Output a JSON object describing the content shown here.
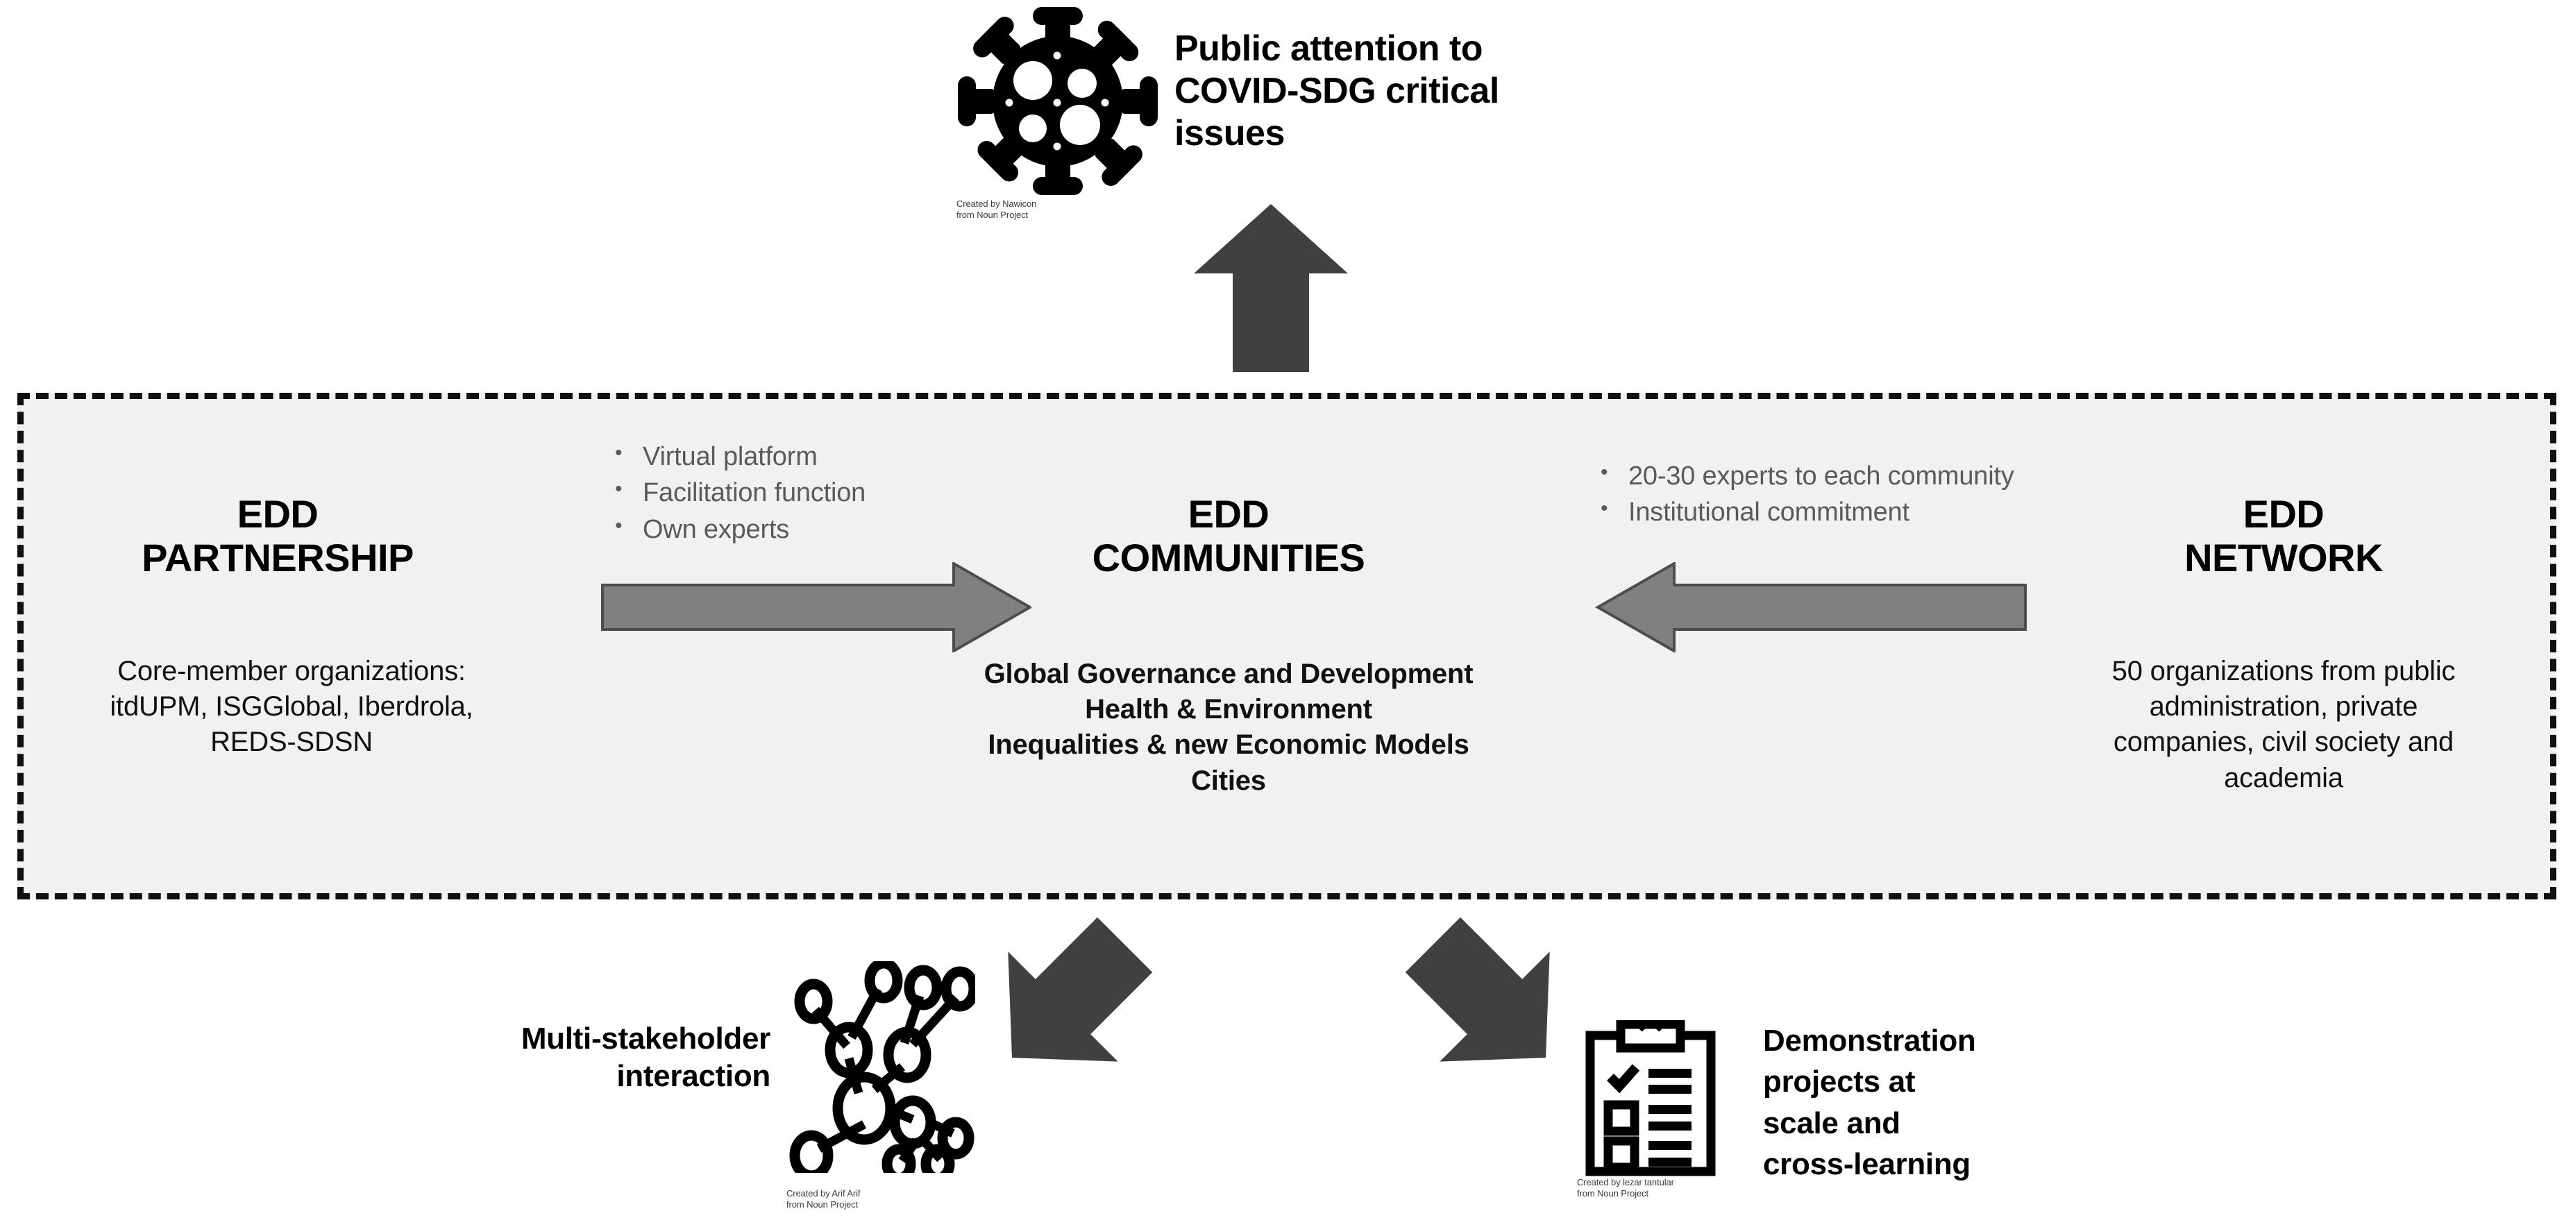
{
  "top": {
    "icon_name": "coronavirus-icon",
    "heading": "Public attention to\nCOVID-SDG critical\nissues",
    "attribution": "Created by Nawicon\nfrom Noun Project"
  },
  "panel": {
    "background_color": "#f1f1f1",
    "border_color": "#101010",
    "columns": {
      "partnership": {
        "title": "EDD\nPARTNERSHIP",
        "body": "Core-member organizations:\nitdUPM, ISGGlobal, Iberdrola,\nREDS-SDSN"
      },
      "communities": {
        "title": "EDD\nCOMMUNITIES",
        "body": "Global Governance and Development\nHealth & Environment\nInequalities & new Economic Models\nCities"
      },
      "network": {
        "title": "EDD\nNETWORK",
        "body": "50 organizations from public\nadministration, private\ncompanies, civil society and\nacademia"
      }
    },
    "left_bullets": [
      "Virtual platform",
      "Facilitation function",
      "Own experts"
    ],
    "right_bullets": [
      "20-30 experts to each community",
      "Institutional commitment"
    ],
    "arrow_color": "#808080",
    "arrow_outline_color": "#4d4d4d"
  },
  "arrows": {
    "up_color": "#404040",
    "diagonal_color": "#404040"
  },
  "bottom_left": {
    "label": "Multi-stakeholder\ninteraction",
    "icon_name": "network-nodes-icon",
    "attribution": "Created by Arif Arif\nfrom Noun Project"
  },
  "bottom_right": {
    "label": "Demonstration\nprojects at\nscale and\ncross-learning",
    "icon_name": "clipboard-checklist-icon",
    "attribution": "Created by lezar tantular\nfrom Noun Project"
  }
}
